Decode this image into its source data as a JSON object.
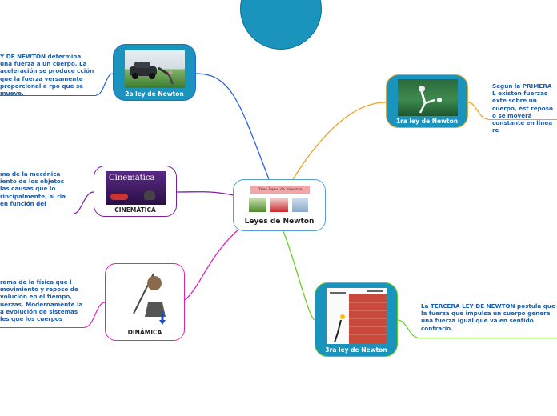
{
  "central": {
    "title": "Leyes de Newton",
    "banner": "Tres leyes de Newton"
  },
  "branches": {
    "ley2": {
      "label": "2a ley de Newton",
      "text": "Y DE NEWTON determina una fuerza a un cuerpo, La aceleración se produce cción que la fuerza versamente proporcional a rpo que se mueve.",
      "color": "#2b64e0"
    },
    "cinematica": {
      "label": "CINEMÁTICA",
      "image_text": "Cinemática",
      "text": "ma de la mecánica iento de los objetos las causas que lo rincipalmente, al ria en función del",
      "color": "#7a1fa2"
    },
    "dinamica": {
      "label": "DINÁMICA",
      "text": "rama de la física que l movimiento y reposo de volución en el tiempo, uerzas. Modernamente la a evolución de sistemas les que los cuerpos",
      "color": "#e020c0"
    },
    "ley1": {
      "label": "1ra ley de Newton",
      "text": "Según la PRIMERA L existen fuerzas exte sobre un cuerpo, ést reposo o se moverá constante en línea re",
      "color": "#f0a020"
    },
    "ley3": {
      "label": "3ra ley de Newton",
      "text": "La TERCERA LEY DE NEWTON postula que la fuerza que impulsa un cuerpo genera una fuerza igual que va en sentido contrario.",
      "color": "#66d025"
    }
  }
}
